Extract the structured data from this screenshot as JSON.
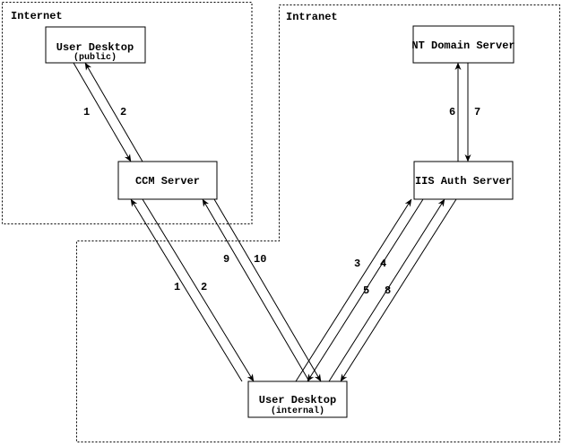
{
  "diagram": {
    "regions": {
      "internet": {
        "label": "Internet"
      },
      "intranet": {
        "label": "Intranet"
      }
    },
    "nodes": {
      "user_desktop_public": {
        "title": "User Desktop",
        "subtitle": "(public)"
      },
      "nt_domain_server": {
        "title": "NT Domain Server"
      },
      "ccm_server": {
        "title": "CCM Server"
      },
      "iis_auth_server": {
        "title": "IIS Auth Server"
      },
      "user_desktop_internal": {
        "title": "User Desktop",
        "subtitle": "(internal)"
      }
    },
    "edges": [
      {
        "label": "1",
        "from": "user_desktop_public",
        "to": "ccm_server"
      },
      {
        "label": "2",
        "from": "ccm_server",
        "to": "user_desktop_public"
      },
      {
        "label": "6",
        "from": "iis_auth_server",
        "to": "nt_domain_server"
      },
      {
        "label": "7",
        "from": "nt_domain_server",
        "to": "iis_auth_server"
      },
      {
        "label": "9",
        "from": "user_desktop_internal",
        "to": "ccm_server"
      },
      {
        "label": "10",
        "from": "ccm_server",
        "to": "user_desktop_internal"
      },
      {
        "label": "1",
        "from": "user_desktop_internal",
        "to": "ccm_server"
      },
      {
        "label": "2",
        "from": "ccm_server",
        "to": "user_desktop_internal"
      },
      {
        "label": "3",
        "from": "user_desktop_internal",
        "to": "iis_auth_server"
      },
      {
        "label": "4",
        "from": "iis_auth_server",
        "to": "user_desktop_internal"
      },
      {
        "label": "5",
        "from": "user_desktop_internal",
        "to": "iis_auth_server"
      },
      {
        "label": "8",
        "from": "iis_auth_server",
        "to": "user_desktop_internal"
      }
    ],
    "colors": {
      "ink": "#000000",
      "background": "#ffffff"
    }
  }
}
